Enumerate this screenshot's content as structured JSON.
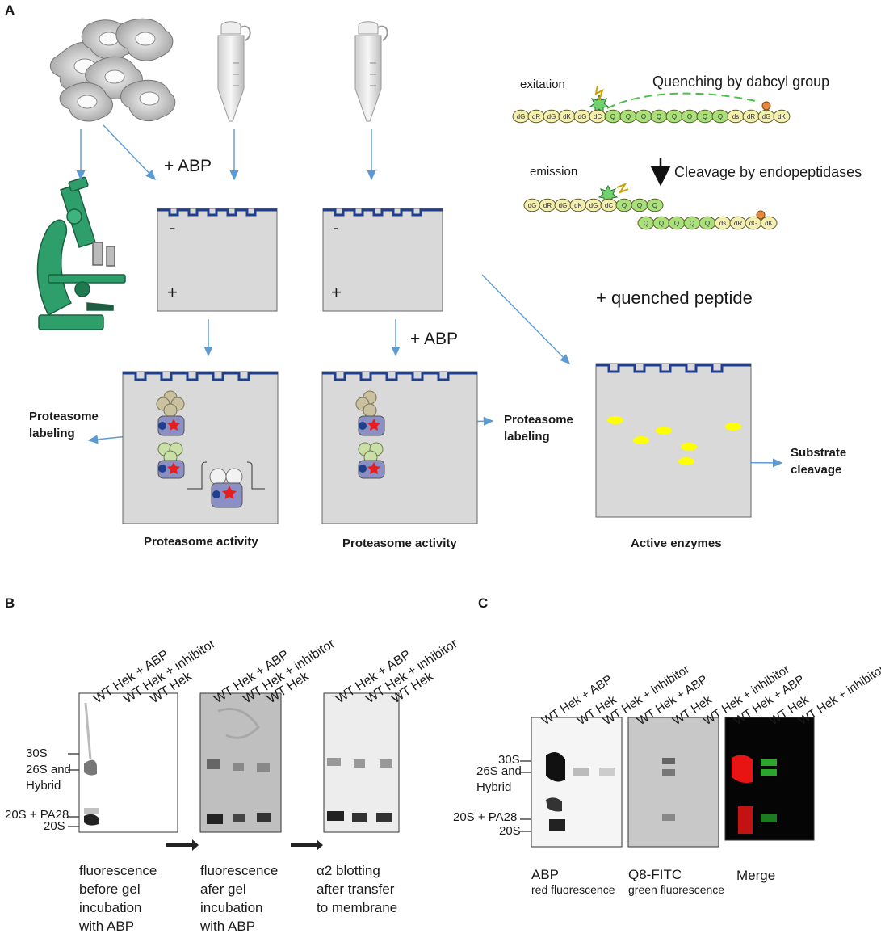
{
  "panel_a": {
    "panel_label": "A",
    "plus_abp_1": "+ ABP",
    "plus_abp_2": "+ ABP",
    "minus_sign": "-",
    "plus_sign": "+",
    "excitation": "exitation",
    "emission": "emission",
    "quenching": "Quenching by dabcyl group",
    "cleavage": "Cleavage by endopeptidases",
    "quenched_peptide": "+ quenched peptide",
    "proteasome_labeling_1": "Proteasome labeling",
    "proteasome_labeling_2": "Proteasome labeling",
    "substrate_cleavage": "Substrate cleavage",
    "caption_1": "Proteasome activity",
    "caption_2": "Proteasome activity",
    "caption_3": "Active enzymes",
    "peptide_top": [
      "dG",
      "dR",
      "dG",
      "dK",
      "dG",
      "dC",
      "Q",
      "Q",
      "Q",
      "Q",
      "Q",
      "Q",
      "Q",
      "Q",
      "ds",
      "dR",
      "dG",
      "dK"
    ],
    "peptide_frag1": [
      "dG",
      "dR",
      "dG",
      "dK",
      "dG",
      "dC",
      "Q",
      "Q",
      "Q"
    ],
    "peptide_frag2": [
      "Q",
      "Q",
      "Q",
      "Q",
      "Q",
      "ds",
      "dR",
      "dG",
      "dK"
    ]
  },
  "panel_b": {
    "panel_label": "B",
    "lanes_1": [
      "WT Hek + ABP",
      "WT Hek + inhibitor",
      "WT Hek"
    ],
    "lanes_2": [
      "WT Hek + ABP",
      "WT Hek + inhibitor",
      "WT Hek"
    ],
    "lanes_3": [
      "WT Hek + ABP",
      "WT Hek + inhibitor",
      "WT Hek"
    ],
    "band_30s": "30S",
    "band_26s": "26S and",
    "band_hybrid": "Hybrid",
    "band_20s_pa28": "20S + PA28",
    "band_20s": "20S",
    "desc_1": [
      "fluorescence",
      "before gel",
      "incubation",
      "with ABP"
    ],
    "desc_2": [
      "fluorescence",
      "afer gel",
      "incubation",
      "with ABP"
    ],
    "desc_3": [
      "α2 blotting",
      "after transfer",
      "to membrane"
    ]
  },
  "panel_c": {
    "panel_label": "C",
    "lanes_1": [
      "WT Hek + ABP",
      "WT Hek",
      "WT Hek + inhibitor"
    ],
    "lanes_2": [
      "WT Hek + ABP",
      "WT Hek",
      "WT Hek + inhibitor"
    ],
    "lanes_3": [
      "WT Hek + ABP",
      "WT Hek",
      "WT Hek + inhibitor"
    ],
    "band_30s": "30S",
    "band_26s": "26S and",
    "band_hybrid": "Hybrid",
    "band_20s_pa28": "20S + PA28",
    "band_20s": "20S",
    "label_abp": "ABP",
    "sub_abp": "red fluorescence",
    "label_q8": "Q8-FITC",
    "sub_q8": "green fluorescence",
    "label_merge": "Merge"
  },
  "colors": {
    "arrow": "#5b9bd5",
    "gel": "#d9d9d9",
    "well": "#1f3f8f",
    "yellow": "#ffff00",
    "microscope": "#2e9e6a"
  }
}
